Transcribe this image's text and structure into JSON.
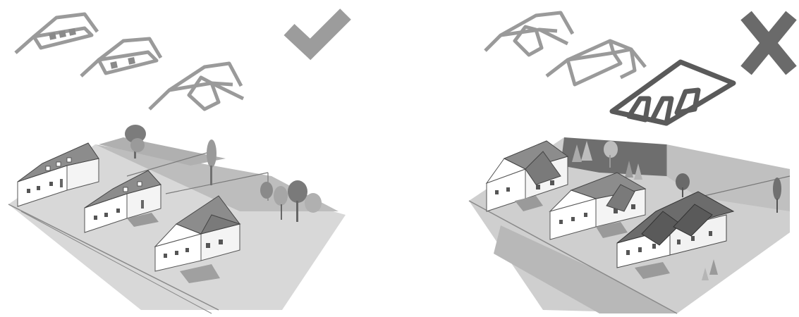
{
  "panels": [
    {
      "side": "left",
      "verdict": "correct",
      "verdict_icon": "checkmark-icon",
      "roof_outlines": [
        "gable-roof-with-dormers-3",
        "gable-roof-with-dormers-2",
        "cross-gable-roof"
      ]
    },
    {
      "side": "right",
      "verdict": "incorrect",
      "verdict_icon": "cross-mark-icon",
      "roof_outlines": [
        "cross-gable-roof",
        "gable-roof-with-wing",
        "hipped-bungalow-roof"
      ]
    }
  ],
  "colors": {
    "background": "#ffffff",
    "outline_grey": "#9a9a9a",
    "dark_grey": "#5a5a5a",
    "ground": "#c8c8c8",
    "ground_dark": "#a8a8a8",
    "roof": "#8c8c8c",
    "wall": "#ffffff"
  }
}
